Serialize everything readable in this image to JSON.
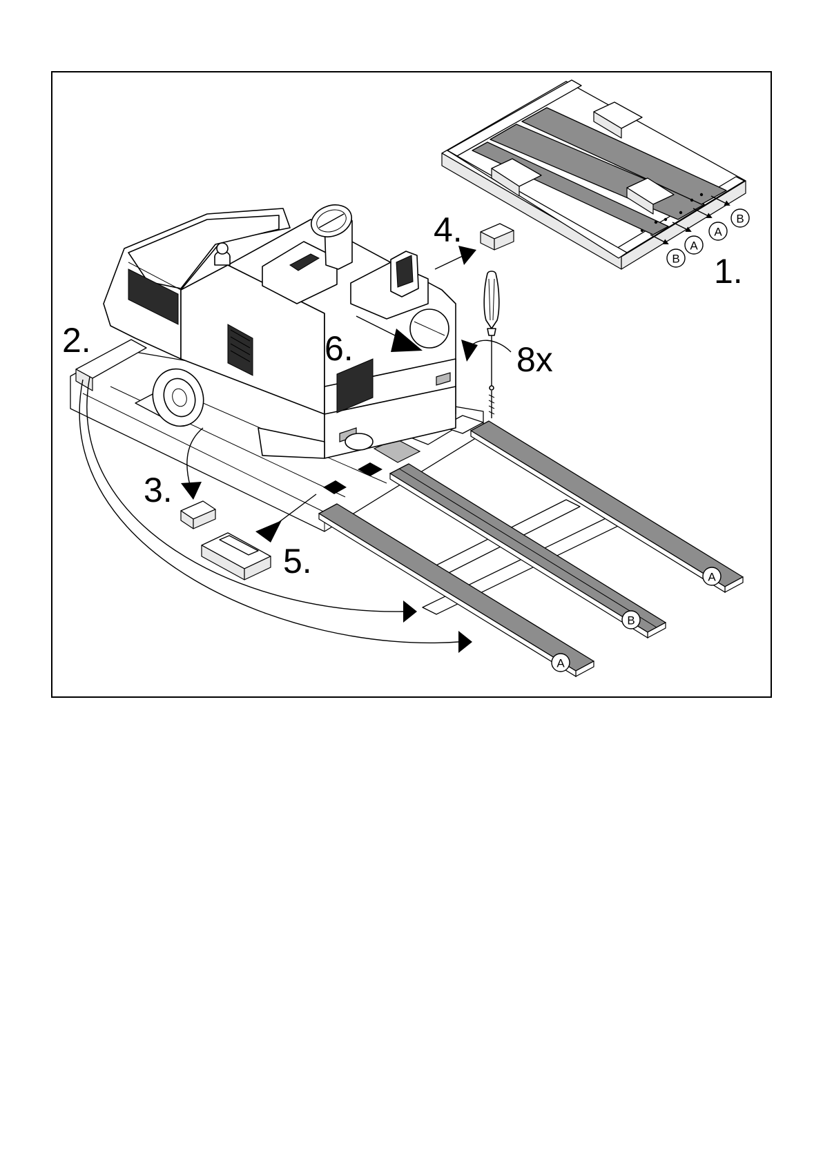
{
  "figure": {
    "title": "Unpacking the sweeper from the transport pallet",
    "steps": {
      "s1": "1.",
      "s2": "2.",
      "s3": "3.",
      "s4": "4.",
      "s5": "5.",
      "s6": "6."
    },
    "screw_count": "8x",
    "pallet_plank_labels": [
      "B",
      "A",
      "A",
      "B"
    ],
    "ramp_plank_labels": [
      "A",
      "B",
      "A"
    ],
    "colors": {
      "plank": "#8d8d8d",
      "line": "#000000",
      "background": "#ffffff"
    },
    "icons": [
      "screwdriver-icon",
      "rotate-arrow-icon",
      "move-arrow-icon"
    ]
  }
}
